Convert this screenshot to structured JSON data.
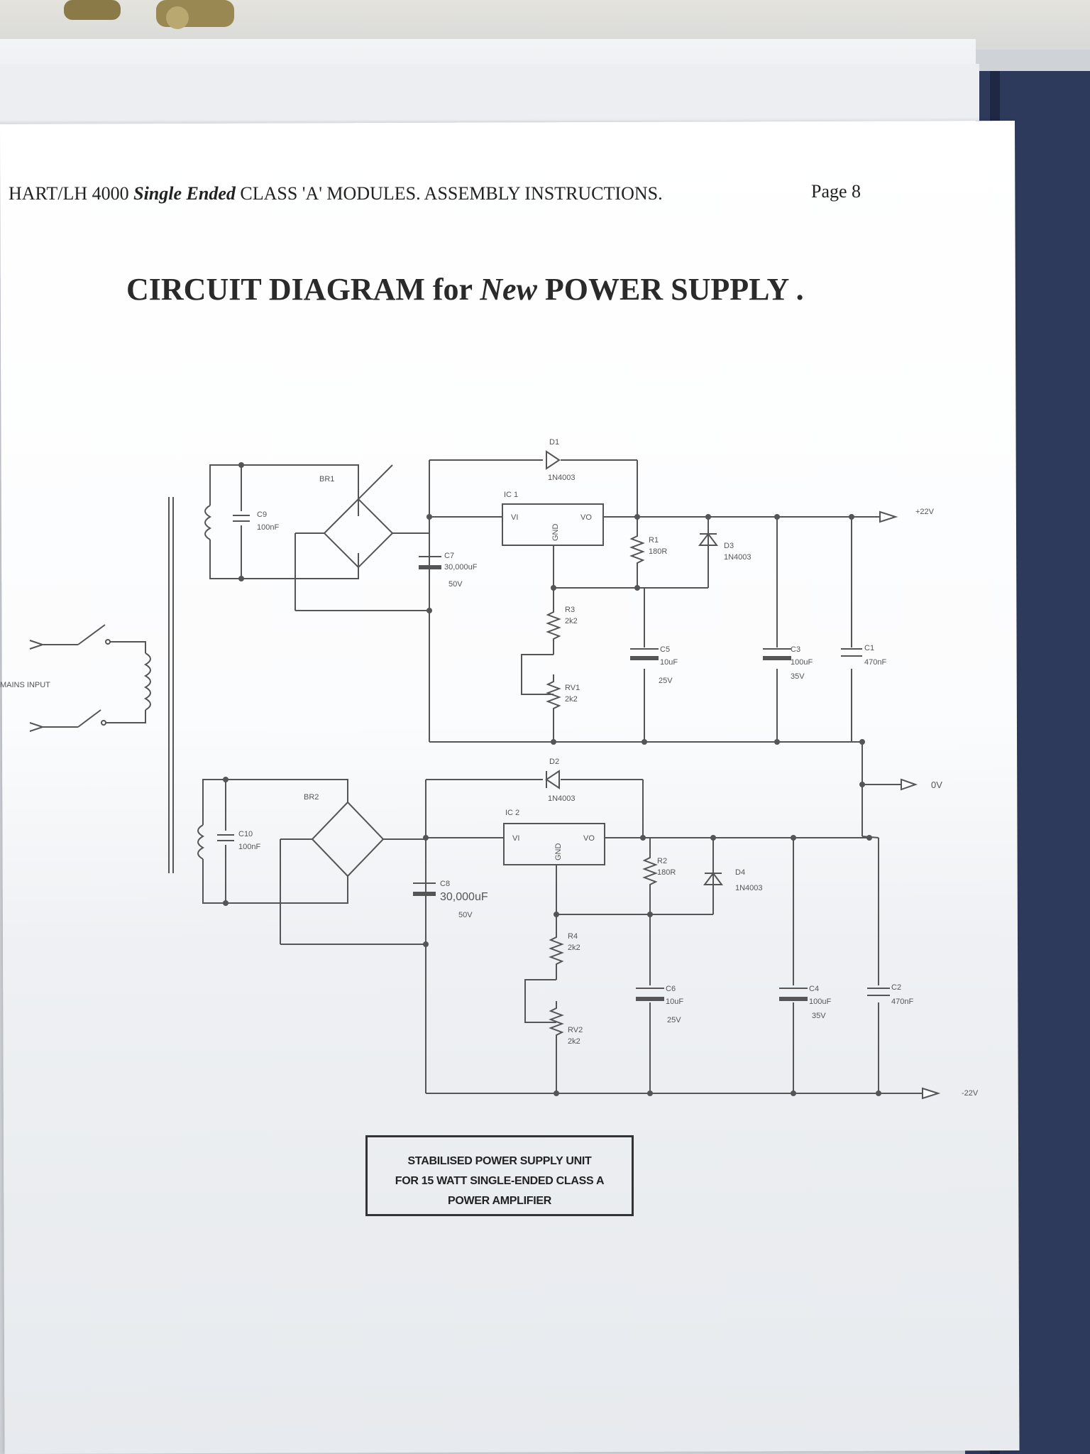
{
  "document": {
    "header": "HART/LH 4000 Single Ended CLASS 'A' MODULES.    ASSEMBLY INSTRUCTIONS.",
    "header_parts": [
      "HART/LH 4000 ",
      "Single Ended",
      " CLASS 'A' MODULES.    ASSEMBLY INSTRUCTIONS."
    ],
    "page_label": "Page 8",
    "title_parts": [
      "CIRCUIT DIAGRAM for ",
      "New",
      " POWER SUPPLY ."
    ]
  },
  "diagram": {
    "mains_input": "MAINS INPUT",
    "outputs": [
      "+22V",
      "0V",
      "-22V"
    ],
    "bridges": [
      "BR1",
      "BR2"
    ],
    "regulators": [
      {
        "ref": "IC 1",
        "in": "VI",
        "out": "VO",
        "gnd": "GND"
      },
      {
        "ref": "IC 2",
        "in": "VI",
        "out": "VO",
        "gnd": "GND"
      }
    ],
    "diodes": [
      {
        "ref": "D1",
        "part": "1N4003"
      },
      {
        "ref": "D2",
        "part": "1N4003"
      },
      {
        "ref": "D3",
        "part": "1N4003"
      },
      {
        "ref": "D4",
        "part": "1N4003"
      }
    ],
    "resistors": [
      {
        "ref": "R1",
        "value": "180R"
      },
      {
        "ref": "R2",
        "value": "180R"
      },
      {
        "ref": "R3",
        "value": "2k2"
      },
      {
        "ref": "R4",
        "value": "2k2"
      },
      {
        "ref": "RV1",
        "value": "2k2"
      },
      {
        "ref": "RV2",
        "value": "2k2"
      }
    ],
    "capacitors": [
      {
        "ref": "C1",
        "value": "470nF"
      },
      {
        "ref": "C2",
        "value": "470nF"
      },
      {
        "ref": "C3",
        "value": "100uF",
        "voltage": "35V"
      },
      {
        "ref": "C4",
        "value": "100uF",
        "voltage": "35V"
      },
      {
        "ref": "C5",
        "value": "10uF",
        "voltage": "25V"
      },
      {
        "ref": "C6",
        "value": "10uF",
        "voltage": "25V"
      },
      {
        "ref": "C7",
        "value": "30,000uF",
        "voltage": "50V"
      },
      {
        "ref": "C8",
        "value": "30,000uF",
        "voltage": "50V"
      },
      {
        "ref": "C9",
        "value": "100nF"
      },
      {
        "ref": "C10",
        "value": "100nF"
      }
    ]
  },
  "caption": {
    "lines": [
      "STABILISED POWER SUPPLY UNIT",
      "FOR 15 WATT SINGLE-ENDED  CLASS A",
      "POWER AMPLIFIER"
    ]
  }
}
